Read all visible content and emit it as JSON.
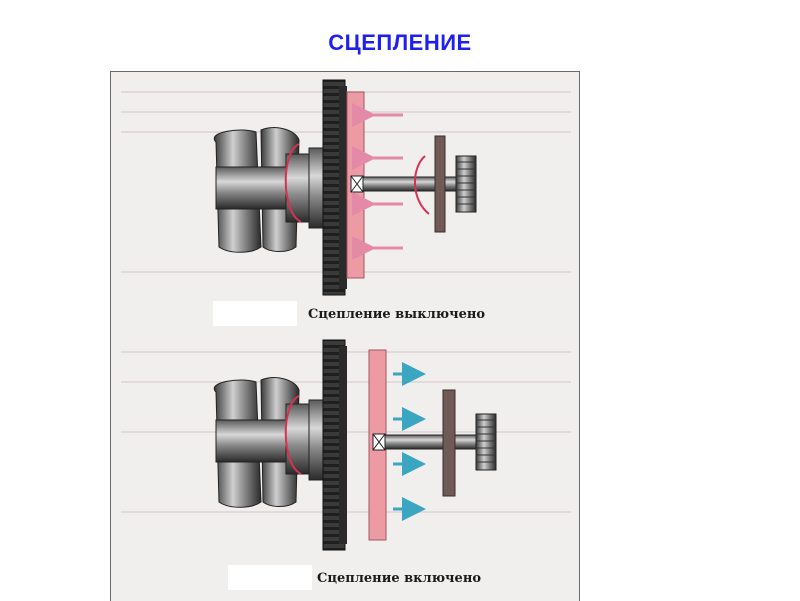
{
  "page": {
    "title": "СЦЕПЛЕНИЕ"
  },
  "diagram": {
    "caption_disengaged": "Сцепление выключено",
    "caption_engaged": "Сцепление включено"
  },
  "colors": {
    "title": "#1f1ff0",
    "gear": "#2b2b2b",
    "disc": "#ec9ba4",
    "push_arrow": "#e48aa8",
    "pull_arrow": "#3aa6c0",
    "rotation": "#d8324e",
    "driven_disc": "#6f5a55"
  }
}
